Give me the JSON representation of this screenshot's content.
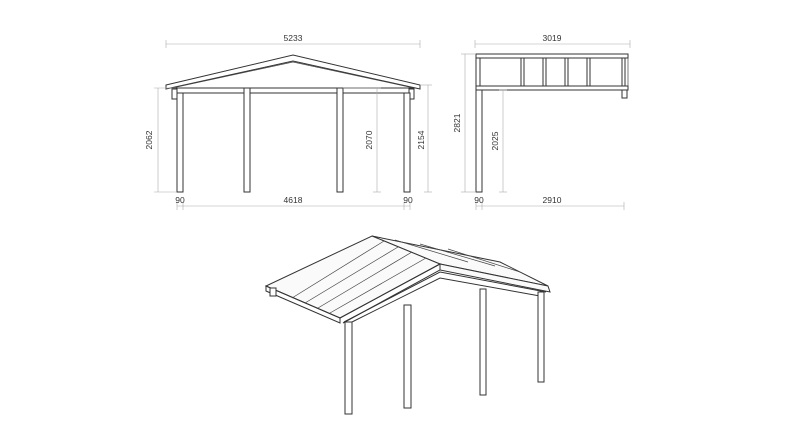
{
  "front_view": {
    "overall_width": "5233",
    "left_post_height": "2062",
    "ridge_height": "2070",
    "right_eave_height": "2154",
    "left_post_width": "90",
    "span_width": "4618",
    "right_post_width": "90"
  },
  "side_view": {
    "overall_depth": "3019",
    "total_height": "2821",
    "clear_height": "2025",
    "post_width": "90",
    "span_depth": "2910"
  }
}
